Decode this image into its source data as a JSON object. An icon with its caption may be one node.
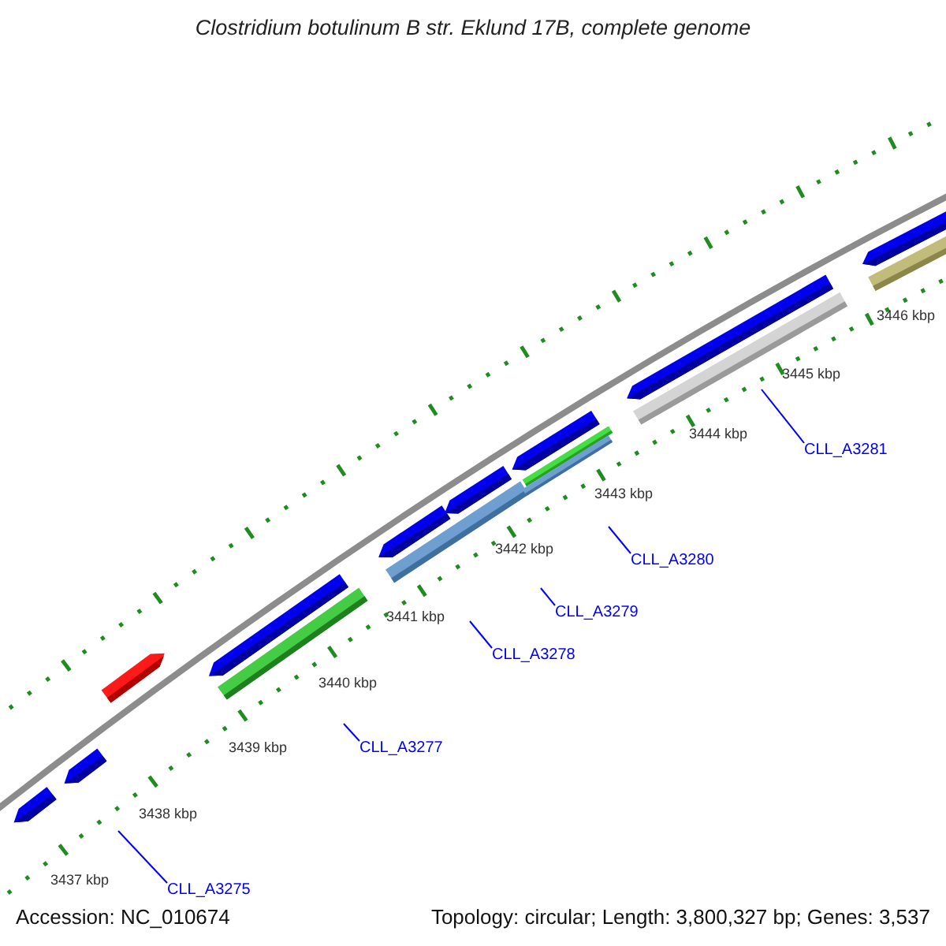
{
  "diagram": {
    "title": "Clostridium botulinum B str. Eklund 17B, complete genome",
    "nodes": [
      {
        "text": [
          "CLL_A3275"
        ]
      },
      {
        "text": [
          "CLL_A3277"
        ]
      },
      {
        "text": [
          "CLL_A3278"
        ]
      },
      {
        "text": [
          "CLL_A3279"
        ]
      },
      {
        "text": [
          "CLL_A3280"
        ]
      },
      {
        "text": [
          "CLL_A3281"
        ]
      }
    ],
    "edges": [
      {
        "from": 0,
        "to": null,
        "arrow": "none"
      },
      {
        "from": 1,
        "to": null,
        "arrow": "none"
      },
      {
        "from": 2,
        "to": null,
        "arrow": "none"
      },
      {
        "from": 3,
        "to": null,
        "arrow": "none"
      },
      {
        "from": 4,
        "to": null,
        "arrow": "none"
      },
      {
        "from": 5,
        "to": null,
        "arrow": "none"
      }
    ],
    "labels": [
      "3437 kbp",
      "3438 kbp",
      "3439 kbp",
      "3440 kbp",
      "3441 kbp",
      "3442 kbp",
      "3443 kbp",
      "3444 kbp",
      "3445 kbp",
      "3446 kbp",
      "Accession: NC_010674",
      "Topology: circular; Length: 3,800,327 bp; Genes: 3,537"
    ]
  }
}
